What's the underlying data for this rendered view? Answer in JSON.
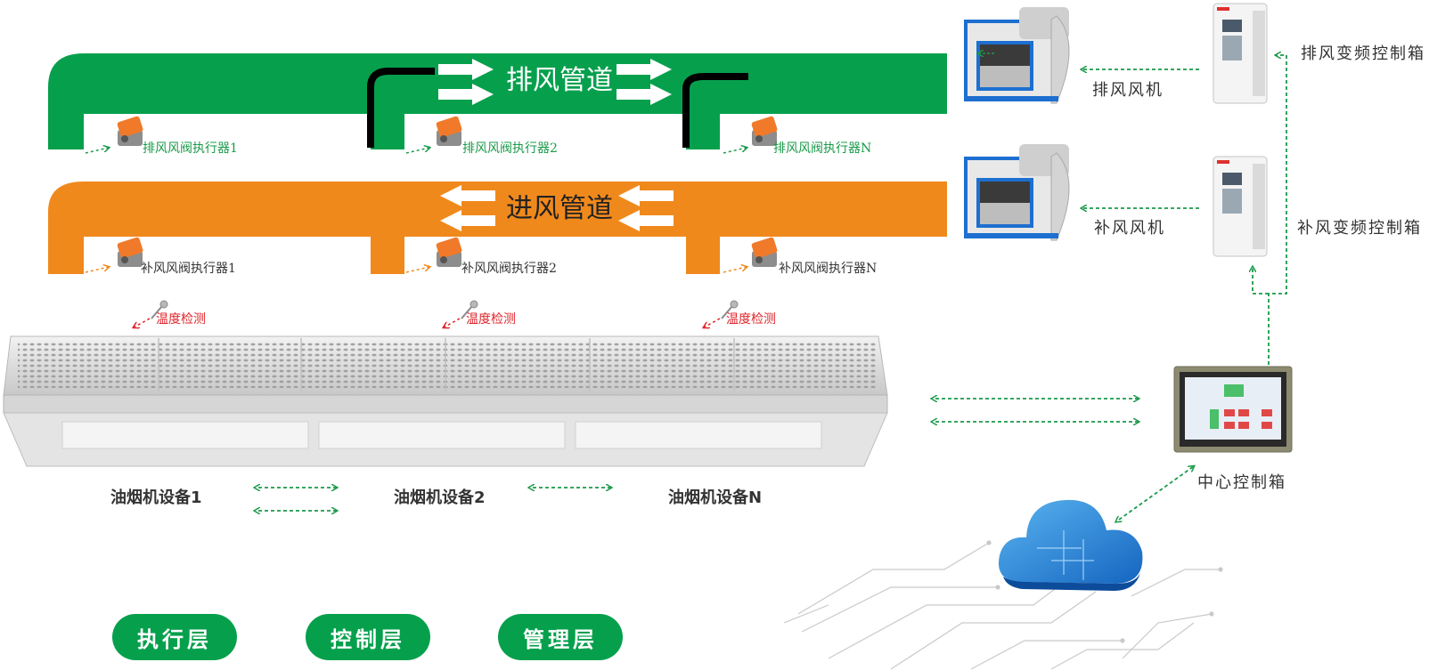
{
  "exhaust_duct": {
    "title": "排风管道",
    "actuators": [
      "排风风阀执行器1",
      "排风风阀执行器2",
      "排风风阀执行器N"
    ],
    "color": "#06a04d"
  },
  "supply_duct": {
    "title": "进风管道",
    "actuators": [
      "补风风阀执行器1",
      "补风风阀执行器2",
      "补风风阀执行器N"
    ],
    "color": "#f0891c"
  },
  "temperature_labels": [
    "温度检测",
    "温度检测",
    "温度检测"
  ],
  "hood_devices": [
    "油烟机设备1",
    "油烟机设备2",
    "油烟机设备N"
  ],
  "fans": {
    "exhaust_fan": "排风风机",
    "supply_fan": "补风风机"
  },
  "vfd_boxes": {
    "exhaust_vfd": "排风变频控制箱",
    "supply_vfd": "补风变频控制箱"
  },
  "center_box": "中心控制箱",
  "layers": [
    "执行层",
    "控制层",
    "管理层"
  ],
  "colors": {
    "green": "#06a04d",
    "orange": "#f0891c",
    "red": "#e0262b",
    "cloud": "#1e7fd6"
  }
}
